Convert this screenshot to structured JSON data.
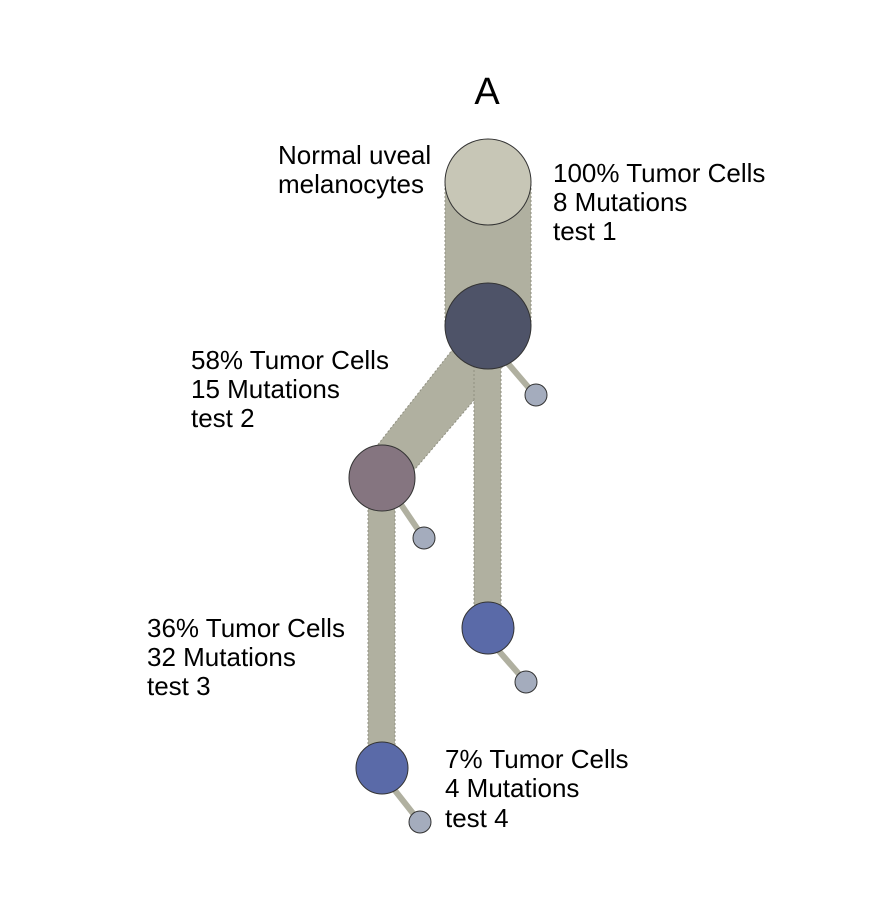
{
  "title": "A",
  "colors": {
    "background": "#ffffff",
    "branch": "#b0b0a0",
    "branch_stroke": "#8f8f80",
    "normal_node": "#c7c6b6",
    "trunk_node": "#4e5368",
    "subclone_node": "#857580",
    "leaf_node": "#5a6aa8",
    "small_node": "#a4acbd"
  },
  "nodes": {
    "normal": {
      "label_line1": "Normal uveal",
      "label_line2": "melanocytes"
    },
    "trunk": {
      "label_line1": "100% Tumor Cells",
      "label_line2": "8 Mutations",
      "label_line3": "test 1"
    },
    "clone2": {
      "label_line1": "58% Tumor Cells",
      "label_line2": "15 Mutations",
      "label_line3": "test 2"
    },
    "clone3": {
      "label_line1": "36% Tumor Cells",
      "label_line2": "32 Mutations",
      "label_line3": "test 3"
    },
    "clone4": {
      "label_line1": "7% Tumor Cells",
      "label_line2": "4 Mutations",
      "label_line3": "test 4"
    }
  }
}
